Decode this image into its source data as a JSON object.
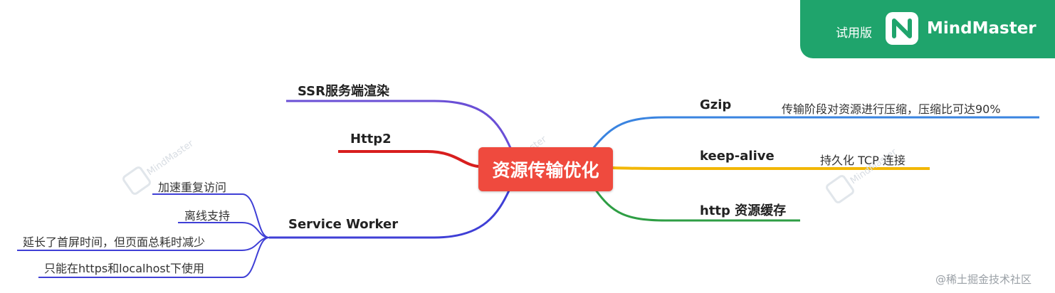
{
  "badge": {
    "trial_label": "试用版",
    "brand": "MindMaster",
    "logo_letter": "N",
    "color": "#1fa46c"
  },
  "center": {
    "label": "资源传输优化",
    "color": "#ef4a3e"
  },
  "left_topics": [
    {
      "label": "SSR服务端渲染",
      "color": "#6a4fd6"
    },
    {
      "label": "Http2",
      "color": "#d81e1e"
    },
    {
      "label": "Service Worker",
      "color": "#3f3fd6",
      "children": [
        "加速重复访问",
        "离线支持",
        "延长了首屏时间，但页面总耗时减少",
        "只能在https和localhost下使用"
      ]
    }
  ],
  "right_topics": [
    {
      "label": "Gzip",
      "color": "#3a84e0",
      "note": "传输阶段对资源进行压缩，压缩比可达90%"
    },
    {
      "label": "keep-alive",
      "color": "#f2b705",
      "note": "持久化 TCP 连接"
    },
    {
      "label": "http 资源缓存",
      "color": "#2e9e44"
    }
  ],
  "watermark": "MindMaster",
  "footer": "@稀土掘金技术社区"
}
